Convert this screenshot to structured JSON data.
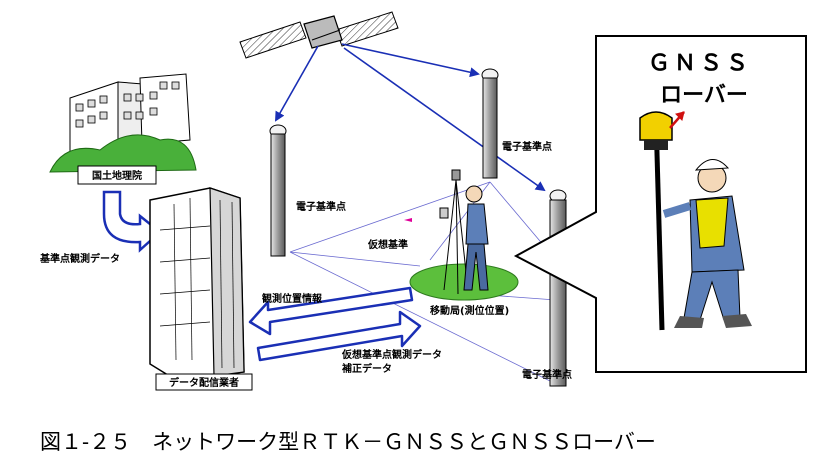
{
  "labels": {
    "gsi": "国土地理院",
    "reference_data": "基準点観測データ",
    "data_provider": "データ配信業者",
    "observed_position": "観測位置情報",
    "virtual_data_line1": "仮想基準点観測データ",
    "virtual_data_line2": "補正データ",
    "virtual_station": "仮想基準",
    "rover_station": "移動局(測位位置)",
    "electronic_point_left": "電子基準点",
    "electronic_point_top": "電子基準点",
    "electronic_point_right": "電子基準点"
  },
  "callout": {
    "line1": "ＧＮＳＳ",
    "line2": "ローバー"
  },
  "caption": "図１-２５　ネットワーク型ＲＴＫ－ＧＮＳＳとＧＮＳＳローバー",
  "colors": {
    "arrow_blue": "#1a2fb5",
    "pillar_gray": "#8c8c8c",
    "ground_green": "#5cbf3c",
    "vest_yellow": "#e8e000",
    "worker_blue": "#5c7fb8",
    "red_arrow": "#d01010",
    "magenta_mark": "#e0009a"
  }
}
